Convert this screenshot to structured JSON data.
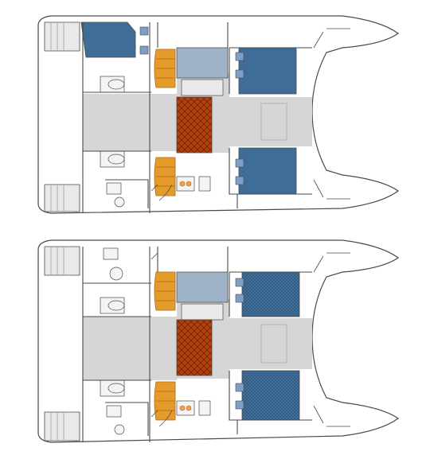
{
  "diagram": {
    "kind": "catamaran-deck-layout",
    "layouts": [
      {
        "variant": "owner-version",
        "bow_cabin": "fore-berth"
      },
      {
        "variant": "charter-version",
        "bow_cabin": "head-and-shower"
      }
    ]
  },
  "colors": {
    "background": "#ffffff",
    "hull_fill": "#ffffff",
    "outline": "#4a4a4a",
    "floor_gray": "#d6d6d6",
    "deck_light": "#e9e9e9",
    "berth_blue": "#3f6d98",
    "berth_blue_dark": "#2c5177",
    "galley_blue": "#9fb3c8",
    "table_red": "#b2410e",
    "table_red_dark": "#7a2806",
    "seat_orange": "#e59a2c",
    "seat_orange_dark": "#b06a10",
    "stove_orange": "#f2a050",
    "icon_blue": "#7d9ec5",
    "icon_gray": "#aaaaaa"
  },
  "icons": [
    "toilet-icon",
    "sink-icon",
    "stove-icon",
    "shower-icon",
    "door-swing-icon",
    "trampoline-icon"
  ]
}
